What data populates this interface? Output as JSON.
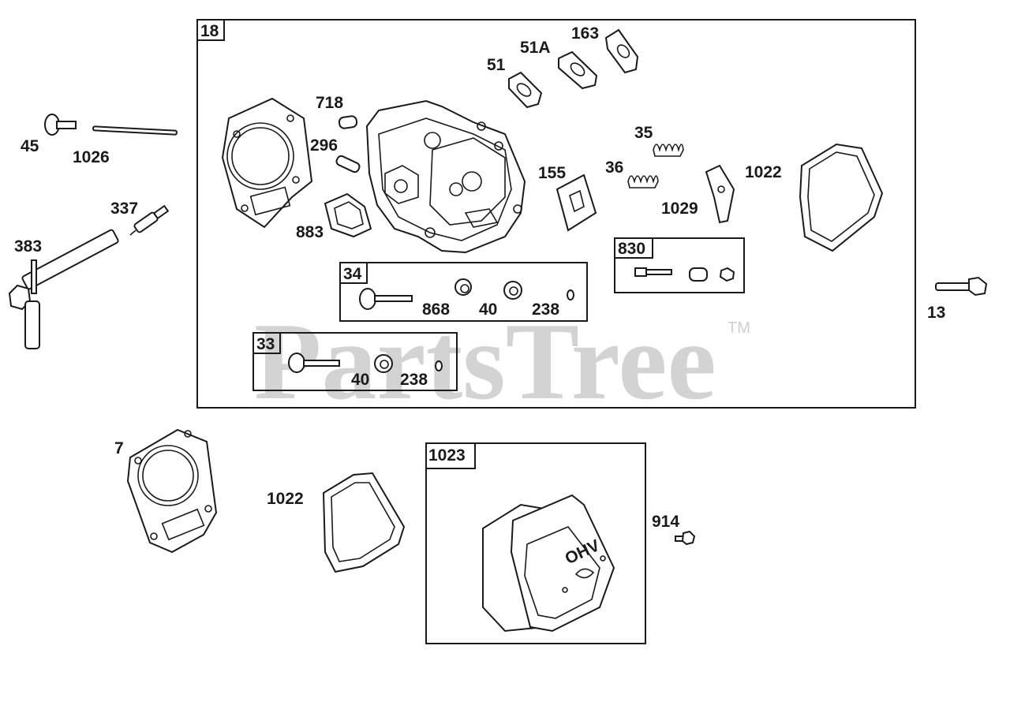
{
  "watermark": {
    "text": "PartsTree",
    "trademark": "TM"
  },
  "boxes": {
    "b18": "18",
    "b34": "34",
    "b33": "33",
    "b830": "830",
    "b1023": "1023"
  },
  "labels": {
    "p45": "45",
    "p1026": "1026",
    "p337": "337",
    "p383": "383",
    "p718": "718",
    "p296": "296",
    "p883": "883",
    "p51": "51",
    "p51a": "51A",
    "p163": "163",
    "p35": "35",
    "p36": "36",
    "p155": "155",
    "p1029": "1029",
    "p1022a": "1022",
    "p868": "868",
    "p40a": "40",
    "p238a": "238",
    "p40b": "40",
    "p238b": "238",
    "p13": "13",
    "p7": "7",
    "p1022b": "1022",
    "p914": "914",
    "ohv": "OHV"
  }
}
